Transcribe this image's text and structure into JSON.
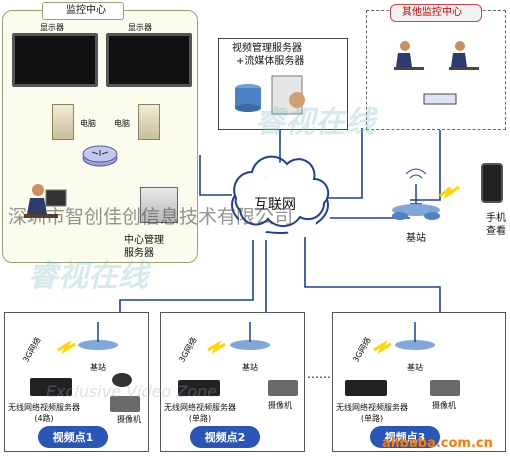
{
  "monitor_center": {
    "title": "监控中心",
    "display1": "显示器",
    "display2": "显示器",
    "pc1": "电脑",
    "pc2": "电脑",
    "server": "中心管理\n服务器"
  },
  "other_center": {
    "title": "其他监控中心"
  },
  "video_server": {
    "line1": "视频管理服务器",
    "line2": "+流媒体服务器"
  },
  "internet": {
    "label": "互联网"
  },
  "base_station": {
    "label": "基站"
  },
  "mobile": {
    "label": "手机\n查看"
  },
  "sites": [
    {
      "network": "3G网络",
      "station": "基站",
      "encoder": "无线网络视频服务器\n(4路)",
      "camera": "摄像机",
      "name": "视频点1"
    },
    {
      "network": "3G网络",
      "station": "基站",
      "encoder": "无线网络视频服务器\n(单路)",
      "camera": "摄像机",
      "name": "视频点2"
    },
    {
      "network": "3G网络",
      "station": "基站",
      "encoder": "无线网络视频服务器\n(单路)",
      "camera": "摄像机",
      "name": "视频点3"
    }
  ],
  "ellipsis": "……",
  "watermarks": {
    "company": "深圳市智创佳创信息技术有限公司",
    "logo1": "睿视在线",
    "logo2": "睿视在线",
    "slogan": "Exclusive Video Zone",
    "site": "alibaba.com.cn"
  },
  "colors": {
    "monitor_bg": "#fbfbee",
    "border": "#9aa36c",
    "line": "#1f3f99",
    "tag": "#2a56b8"
  }
}
